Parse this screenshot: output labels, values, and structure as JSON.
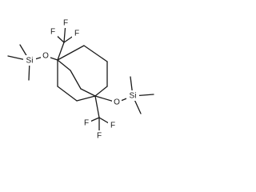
{
  "molecule": {
    "atoms": {
      "si_left": "Si",
      "o_left": "O",
      "f_top_1": "F",
      "f_top_2": "F",
      "f_top_3": "F",
      "si_right": "Si",
      "o_right": "O",
      "f_bottom_1": "F",
      "f_bottom_2": "F",
      "f_bottom_3": "F"
    }
  }
}
